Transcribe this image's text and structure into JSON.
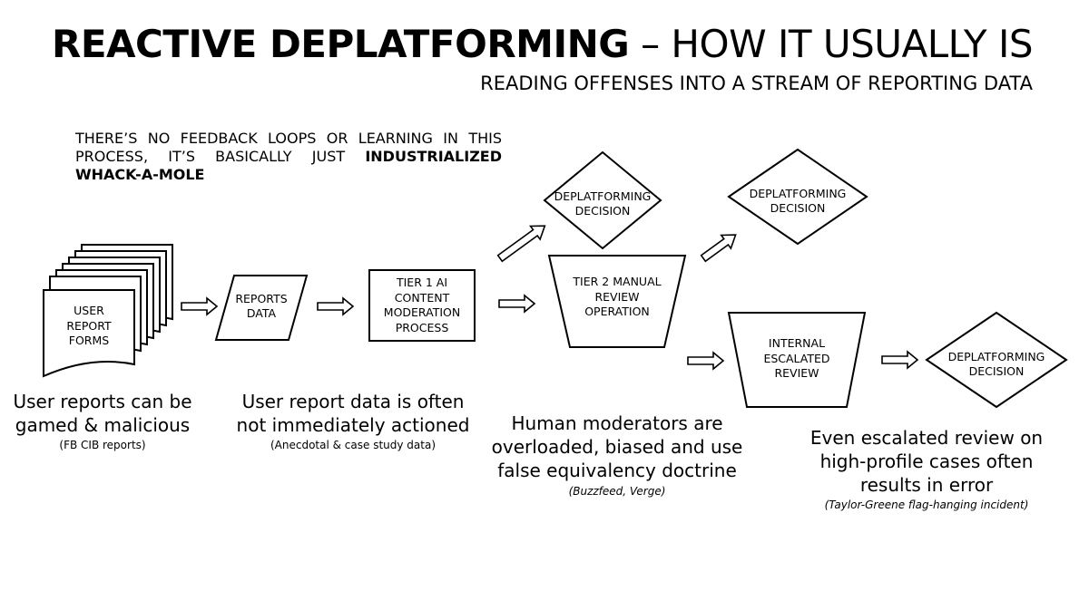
{
  "title": {
    "bold": "REACTIVE DEPLATFORMING",
    "rest": "– HOW IT USUALLY IS"
  },
  "subtitle": "READING OFFENSES INTO A STREAM OF REPORTING DATA",
  "note": {
    "text": "THERE’S NO FEEDBACK LOOPS OR LEARNING IN THIS PROCESS, IT’S BASICALLY JUST ",
    "bold": "INDUSTRIALIZED WHACK-A-MOLE"
  },
  "nodes": {
    "user_report_forms": "USER\nREPORT\nFORMS",
    "reports_data": "REPORTS\nDATA",
    "tier1": "TIER 1 AI\nCONTENT\nMODERATION\nPROCESS",
    "tier2": "TIER 2 MANUAL\nREVIEW\nOPERATION",
    "internal_review": "INTERNAL\nESCALATED\nREVIEW",
    "decision_1": "DEPLATFORMING\nDECISION",
    "decision_2": "DEPLATFORMING\nDECISION",
    "decision_3": "DEPLATFORMING\nDECISION"
  },
  "captions": {
    "c1": {
      "text": "User reports can be\ngamed & malicious",
      "source": "(FB CIB reports)"
    },
    "c2": {
      "text": "User report data is often\nnot immediately actioned",
      "source": "(Anecdotal & case study data)"
    },
    "c3": {
      "text": "Human moderators are\noverloaded, biased and use\nfalse equivalency doctrine",
      "source": "(Buzzfeed, Verge)"
    },
    "c4": {
      "text": "Even escalated review on\nhigh-profile cases often\nresults in error",
      "source": "(Taylor-Greene flag-hanging incident)"
    }
  },
  "colors": {
    "ink": "#000000",
    "background": "#ffffff"
  }
}
